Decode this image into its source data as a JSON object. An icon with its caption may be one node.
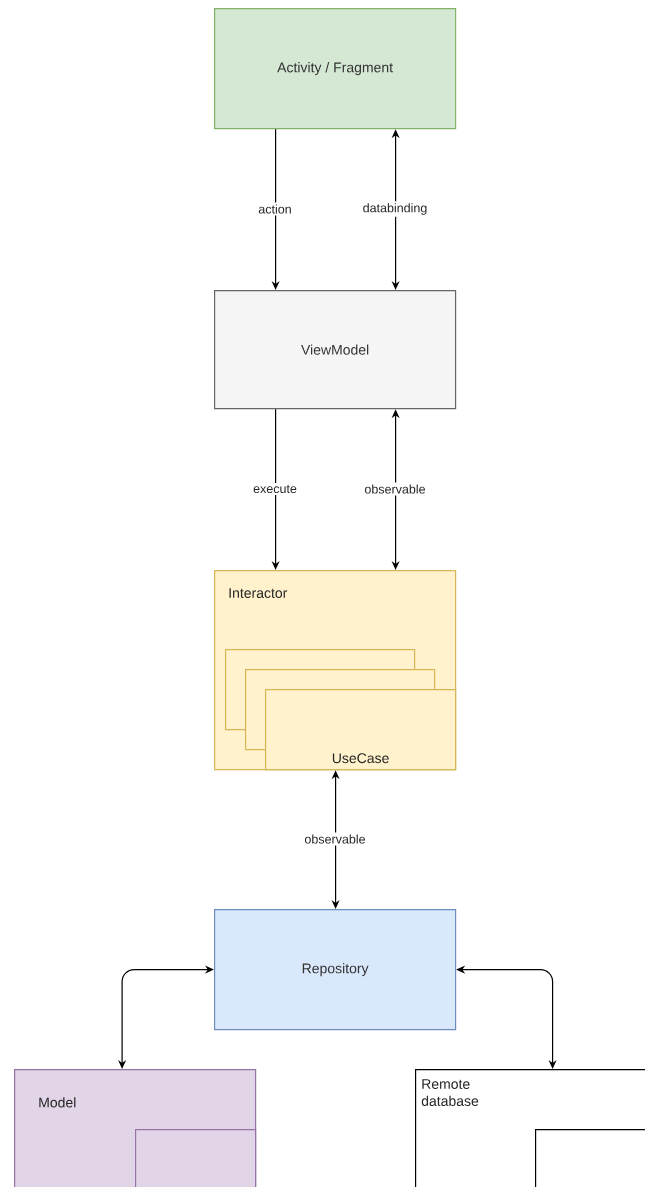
{
  "diagram": {
    "nodes": [
      {
        "text": [
          "Activity / Fragment"
        ]
      },
      {
        "text": [
          "ViewModel"
        ]
      },
      {
        "text": [
          "Interactor"
        ]
      },
      {
        "text": [],
        "shape": "box",
        "in": 2
      },
      {
        "text": [],
        "shape": "box",
        "in": 2
      },
      {
        "text": [
          "UseCase"
        ],
        "in": 2
      },
      {
        "text": [
          "Repository"
        ]
      },
      {
        "text": [
          "Model"
        ]
      },
      {
        "text": [],
        "shape": "box",
        "in": 7
      },
      {
        "text": [
          "Remote database"
        ]
      },
      {
        "text": [],
        "shape": "box",
        "in": 9
      }
    ],
    "edges": [
      {
        "from": 0,
        "to": 1,
        "arrow": "to",
        "label": "action"
      },
      {
        "from": 1,
        "to": 0,
        "arrow": "both",
        "label": "databinding"
      },
      {
        "from": 1,
        "to": 2,
        "arrow": "to",
        "label": "execute"
      },
      {
        "from": 1,
        "to": 2,
        "arrow": "both",
        "label": "observable"
      },
      {
        "from": 2,
        "to": 6,
        "arrow": "both",
        "label": "observable"
      },
      {
        "from": 6,
        "to": 7,
        "arrow": "both"
      },
      {
        "from": 6,
        "to": 9,
        "arrow": "both"
      }
    ]
  }
}
